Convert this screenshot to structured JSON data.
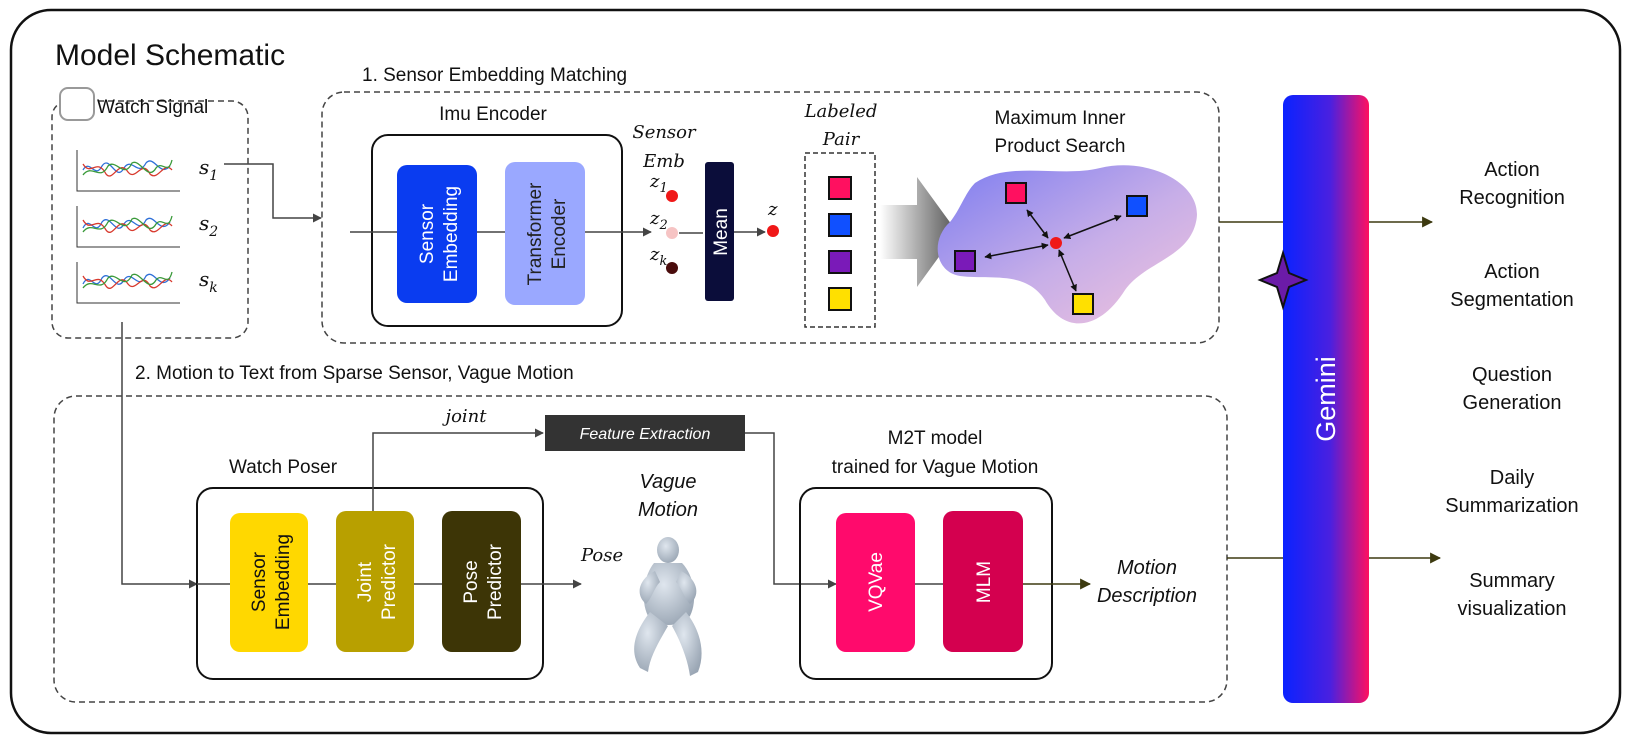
{
  "title": "Model Schematic",
  "section1": {
    "title": "1. Sensor Embedding Matching",
    "imu_encoder": {
      "title": "Imu Encoder",
      "block1": [
        "Sensor",
        "Embedding"
      ],
      "block2": [
        "Transformer",
        "Encoder"
      ]
    },
    "sensor_emb_label": [
      "Sensor",
      "Emb"
    ],
    "mean_label": "Mean",
    "z_label": "z",
    "labeled_pair": [
      "Labeled",
      "Pair"
    ],
    "mips": [
      "Maximum Inner",
      "Product Search"
    ]
  },
  "watch_signal": {
    "title": "Watch Signal",
    "signals": [
      {
        "base": "s",
        "sub": "1"
      },
      {
        "base": "s",
        "sub": "2"
      },
      {
        "base": "s",
        "sub": "k"
      }
    ]
  },
  "z_items": [
    {
      "base": "z",
      "sub": "1"
    },
    {
      "base": "z",
      "sub": "2"
    },
    {
      "base": "z",
      "sub": "k"
    }
  ],
  "section2": {
    "title": "2. Motion to Text from Sparse Sensor, Vague Motion",
    "watch_poser": {
      "title": "Watch Poser",
      "block1": [
        "Sensor",
        "Embedding"
      ],
      "block2": [
        "Joint",
        "Predictor"
      ],
      "block3": [
        "Pose",
        "Predictor"
      ]
    },
    "joint_label": "joint",
    "feature_extraction": "Feature Extraction",
    "pose_label": "Pose",
    "vague_motion": [
      "Vague",
      "Motion"
    ],
    "m2t": {
      "title": [
        "M2T model",
        "trained for Vague Motion"
      ],
      "block1": "VQVae",
      "block2": "MLM"
    },
    "motion_description": [
      "Motion",
      "Description"
    ]
  },
  "gemini_label": "Gemini",
  "outputs": [
    [
      "Action",
      "Recognition"
    ],
    [
      "Action",
      "Segmentation"
    ],
    [
      "Question",
      "Generation"
    ],
    [
      "Daily",
      "Summarization"
    ],
    [
      "Summary",
      "visualization"
    ]
  ],
  "colors": {
    "sensor_embedding_blue": "#0a3cf0",
    "transformer_encoder": "#9aa8ff",
    "mean_navy": "#0b0d3a",
    "poser_sensor_yellow": "#ffd800",
    "joint_predictor_olive": "#b8a000",
    "pose_predictor_dark": "#3d3506",
    "vqvae_pink": "#ff0a6c",
    "mlm_crimson": "#d4004f",
    "gemini_top": "#0a22ff",
    "gemini_bottom": "#ff1060",
    "labeled_pair": [
      "#ff1060",
      "#1050ff",
      "#7a1ab8",
      "#ffe000"
    ]
  }
}
